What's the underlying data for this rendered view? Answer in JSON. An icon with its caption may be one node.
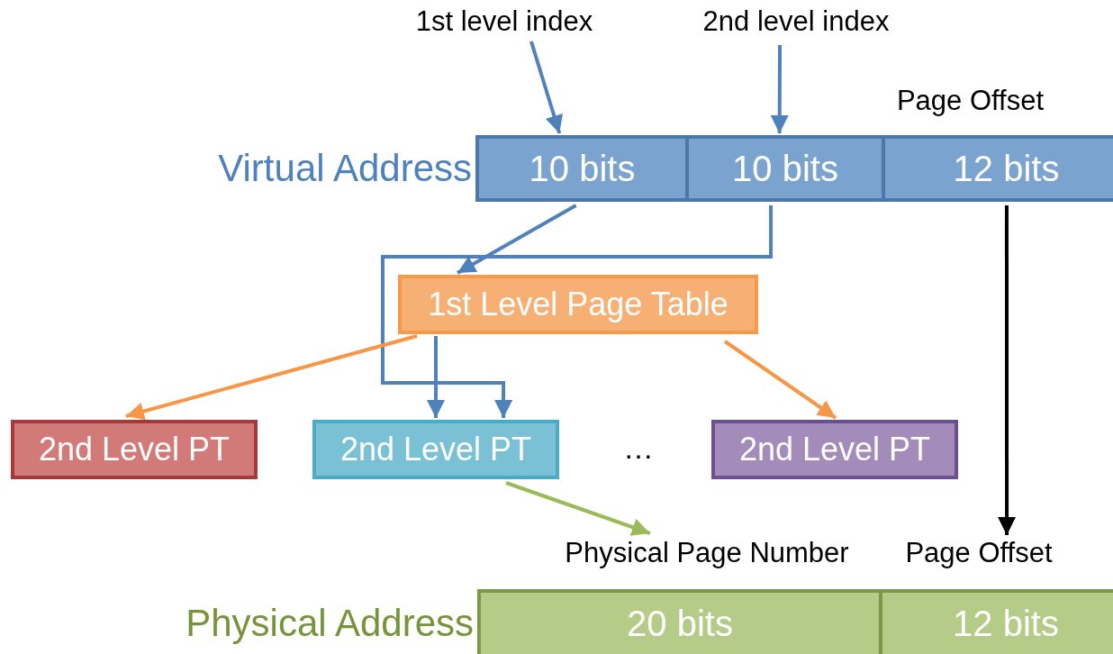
{
  "diagram": {
    "nodes": [
      {
        "text": [
          "1st level index"
        ]
      },
      {
        "text": [
          "2nd level index"
        ]
      },
      {
        "text": [
          "Virtual Address"
        ]
      },
      {
        "text": [
          "10 bits"
        ],
        "in": 2
      },
      {
        "text": [
          "10 bits"
        ],
        "in": 2
      },
      {
        "text": [
          "12 bits"
        ],
        "in": 2,
        "beside": [
          "Page Offset"
        ]
      },
      {
        "text": [
          "1st Level Page Table"
        ]
      },
      {
        "text": [
          "2nd Level PT"
        ]
      },
      {
        "text": [
          "2nd Level PT"
        ]
      },
      {
        "text": [
          "2nd Level PT"
        ]
      },
      {
        "text": [
          "Physical Address"
        ]
      },
      {
        "text": [
          "20 bits"
        ],
        "in": 10,
        "beside": [
          "Physical Page Number"
        ]
      },
      {
        "text": [
          "12 bits"
        ],
        "in": 10,
        "beside": [
          "Page Offset"
        ]
      }
    ],
    "edges": [
      {
        "from": 0,
        "to": 3,
        "arrow": "to"
      },
      {
        "from": 1,
        "to": 4,
        "arrow": "to"
      },
      {
        "from": 3,
        "to": 6,
        "arrow": "to"
      },
      {
        "from": 4,
        "to": 8,
        "arrow": "to"
      },
      {
        "from": 6,
        "to": 7,
        "arrow": "to",
        "color": "#f79646"
      },
      {
        "from": 6,
        "to": 8,
        "arrow": "to"
      },
      {
        "from": 6,
        "to": 9,
        "arrow": "to",
        "color": "#f79646"
      },
      {
        "from": 8,
        "to": 11,
        "arrow": "to",
        "color": "#9bbb59"
      },
      {
        "from": 5,
        "to": 12,
        "arrow": "to",
        "color": "#000000"
      }
    ],
    "labels": [
      "…"
    ]
  }
}
